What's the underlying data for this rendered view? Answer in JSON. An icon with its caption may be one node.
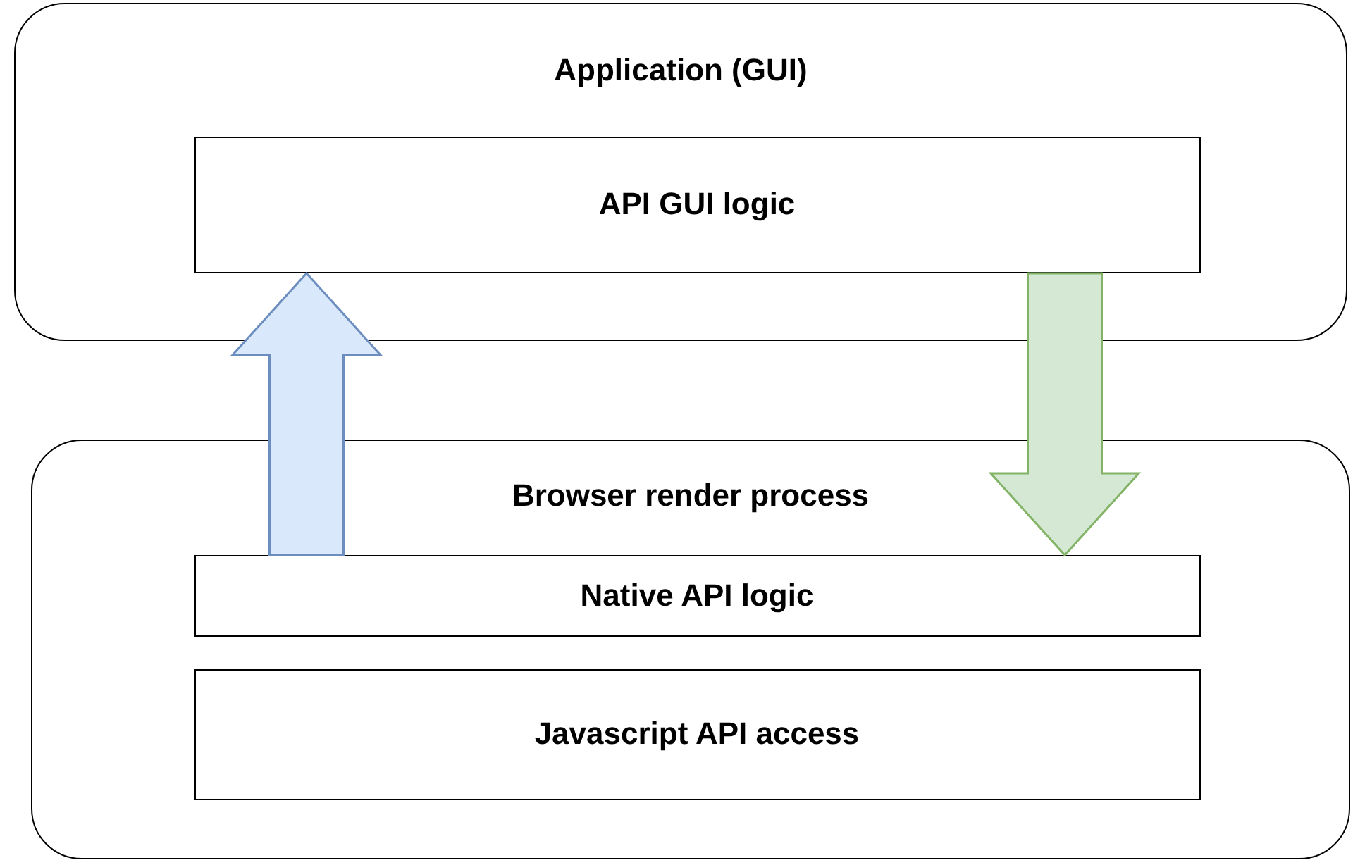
{
  "diagram": {
    "nodes": [
      {
        "text": [
          "Application (GUI)"
        ]
      },
      {
        "text": [
          "API GUI logic"
        ],
        "in": 0
      },
      {
        "text": [
          "Browser render process"
        ]
      },
      {
        "text": [
          "Native API logic"
        ],
        "in": 2
      },
      {
        "text": [
          "Javascript API access"
        ],
        "in": 2
      }
    ],
    "edges": [
      {
        "from": 3,
        "to": 1,
        "arrow": "to",
        "style": "thick",
        "color": "#dae8fc"
      },
      {
        "from": 1,
        "to": 3,
        "arrow": "to",
        "style": "thick",
        "color": "#d5e8d4"
      }
    ]
  }
}
